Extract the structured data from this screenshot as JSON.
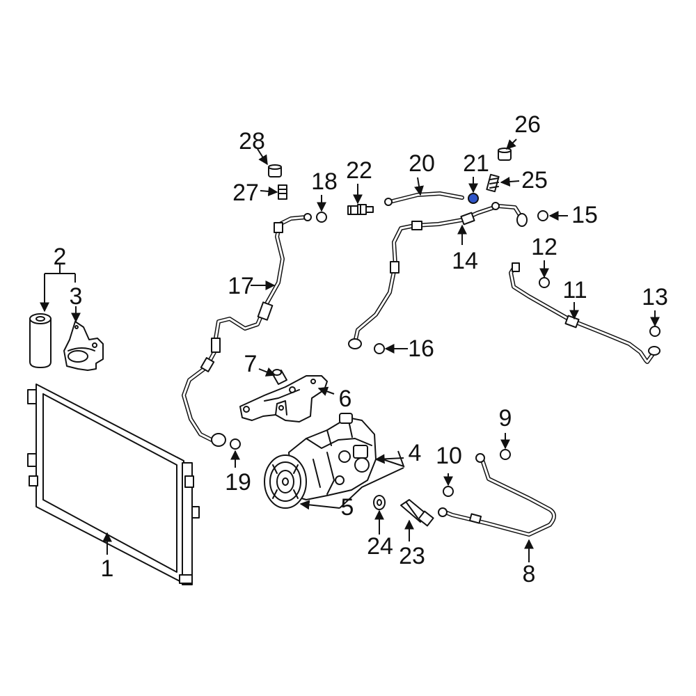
{
  "colors": {
    "ink": "#111111",
    "background": "#ffffff",
    "highlight": "#2f55c8"
  },
  "highlighted_part": "21",
  "callouts": [
    {
      "id": "c1",
      "label": "1"
    },
    {
      "id": "c2",
      "label": "2"
    },
    {
      "id": "c3",
      "label": "3"
    },
    {
      "id": "c4",
      "label": "4"
    },
    {
      "id": "c5",
      "label": "5"
    },
    {
      "id": "c6",
      "label": "6"
    },
    {
      "id": "c7",
      "label": "7"
    },
    {
      "id": "c8",
      "label": "8"
    },
    {
      "id": "c9",
      "label": "9"
    },
    {
      "id": "c10",
      "label": "10"
    },
    {
      "id": "c11",
      "label": "11"
    },
    {
      "id": "c12",
      "label": "12"
    },
    {
      "id": "c13",
      "label": "13"
    },
    {
      "id": "c14",
      "label": "14"
    },
    {
      "id": "c15",
      "label": "15"
    },
    {
      "id": "c16",
      "label": "16"
    },
    {
      "id": "c17",
      "label": "17"
    },
    {
      "id": "c18",
      "label": "18"
    },
    {
      "id": "c19",
      "label": "19"
    },
    {
      "id": "c20",
      "label": "20"
    },
    {
      "id": "c21",
      "label": "21"
    },
    {
      "id": "c22",
      "label": "22"
    },
    {
      "id": "c23",
      "label": "23"
    },
    {
      "id": "c24",
      "label": "24"
    },
    {
      "id": "c25",
      "label": "25"
    },
    {
      "id": "c26",
      "label": "26"
    },
    {
      "id": "c27",
      "label": "27"
    },
    {
      "id": "c28",
      "label": "28"
    }
  ]
}
